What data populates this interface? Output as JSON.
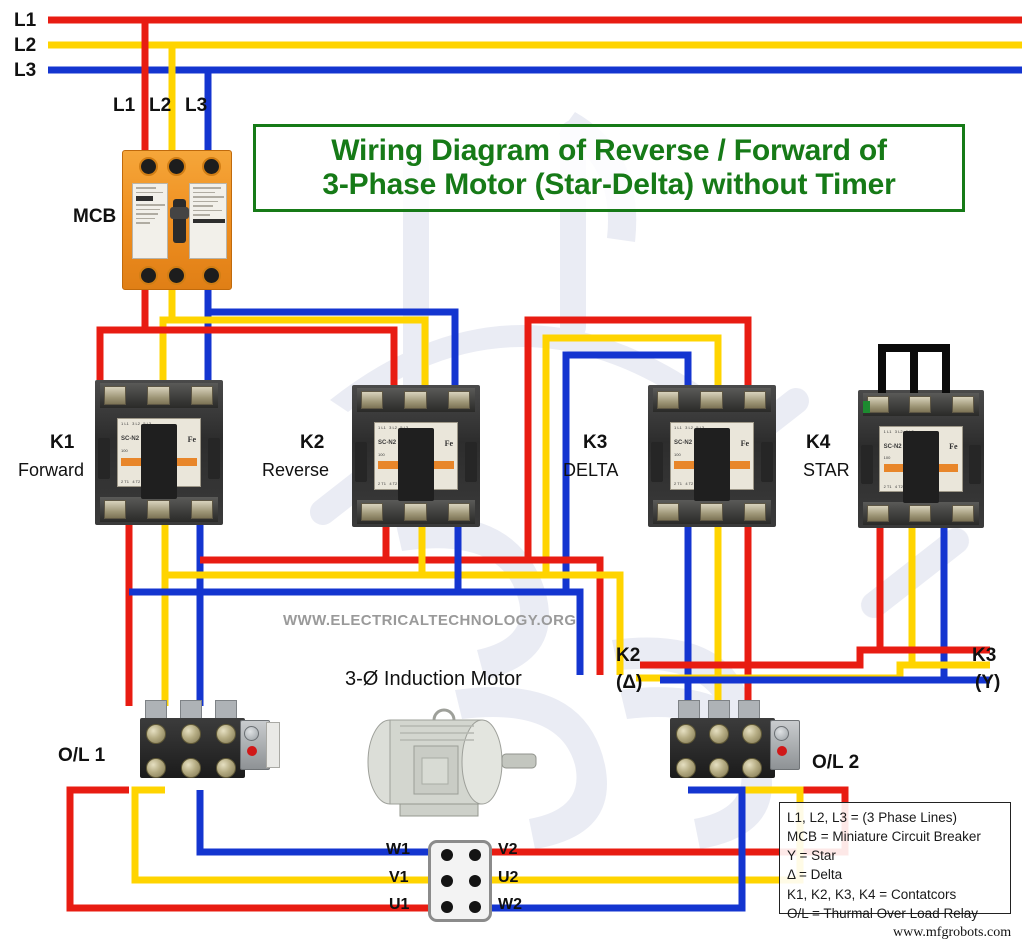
{
  "title": {
    "line1": "Wiring Diagram of Reverse / Forward of",
    "line2": "3-Phase Motor (Star-Delta) without Timer",
    "border_color": "#167a17",
    "text_color": "#167a17"
  },
  "supply_lines": [
    {
      "name": "L1",
      "color": "#e81c12"
    },
    {
      "name": "L2",
      "color": "#ffd400"
    },
    {
      "name": "L3",
      "color": "#1435d0"
    }
  ],
  "drop_labels": [
    {
      "name": "L1"
    },
    {
      "name": "L2"
    },
    {
      "name": "L3"
    }
  ],
  "devices": {
    "mcb": {
      "label": "MCB"
    },
    "contactors": [
      {
        "id": "K1",
        "label": "K1",
        "role": "Forward"
      },
      {
        "id": "K2",
        "label": "K2",
        "role": "Reverse"
      },
      {
        "id": "K3",
        "label": "K3",
        "role": "DELTA"
      },
      {
        "id": "K4",
        "label": "K4",
        "role": "STAR"
      }
    ],
    "overloads": [
      {
        "label": "O/L 1"
      },
      {
        "label": "O/L 2"
      }
    ],
    "motor": {
      "label": "3-Ø Induction Motor"
    }
  },
  "node_labels": [
    {
      "top": "K2",
      "bottom": "(Δ)"
    },
    {
      "top": "K3",
      "bottom": "(Y)"
    }
  ],
  "motor_terminals": {
    "left": [
      "W1",
      "V1",
      "U1"
    ],
    "right": [
      "V2",
      "U2",
      "W2"
    ]
  },
  "legend": {
    "items": [
      "L1, L2, L3 =  (3 Phase Lines)",
      "MCB = Miniature Circuit Breaker",
      "Y = Star",
      "Δ = Delta",
      "K1, K2, K3, K4  = Contatcors",
      "O/L = Thurmal Over Load Relay"
    ]
  },
  "watermark": "WWW.ELECTRICALTECHNOLOGY.ORG",
  "site_url": "www.mfgrobots.com",
  "colors": {
    "red": "#e81c12",
    "yellow": "#ffd400",
    "blue": "#1435d0",
    "black": "#111111",
    "green": "#167a17",
    "watermark_gray": "#9a9a9a"
  }
}
